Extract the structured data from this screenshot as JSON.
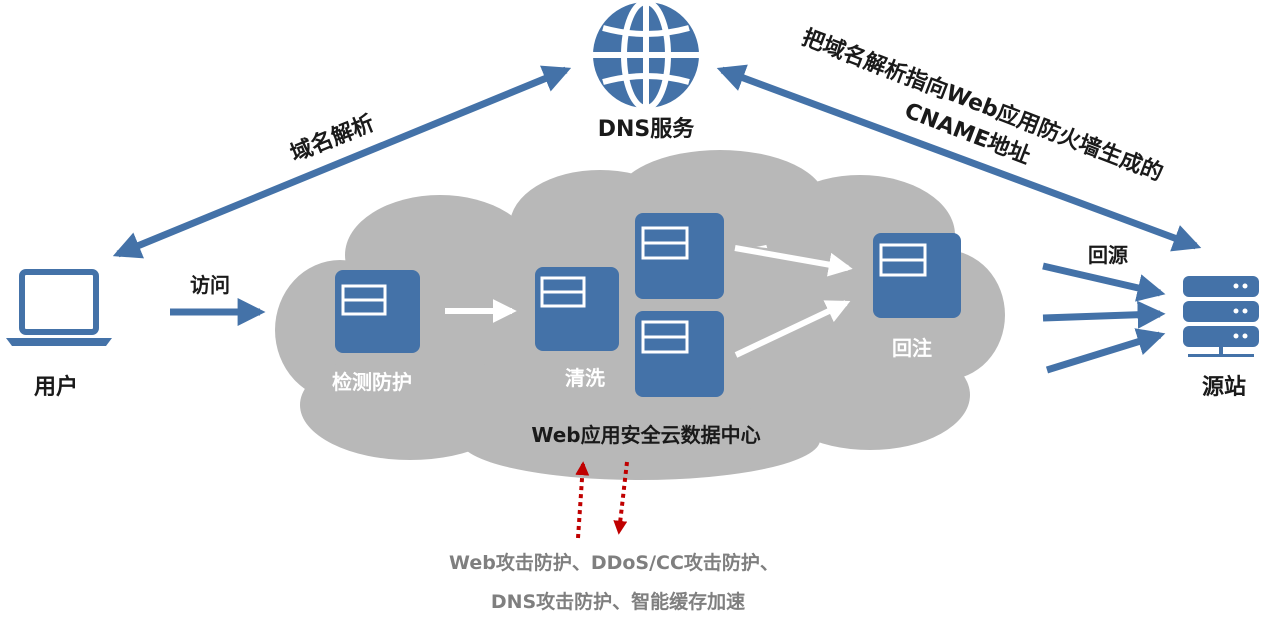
{
  "nodes": {
    "dns": "DNS服务",
    "user": "用户",
    "origin": "源站",
    "detect": "检测防护",
    "clean": "清洗",
    "reinject": "回注",
    "datacenter": "Web应用安全云数据中心"
  },
  "edges": {
    "resolve": "域名解析",
    "cname_line1": "把域名解析指向Web应用防火墙生成的",
    "cname_line2": "CNAME地址",
    "visit": "访问",
    "back_to_origin": "回源"
  },
  "features": {
    "line1": "Web攻击防护、DDoS/CC攻击防护、",
    "line2": "DNS攻击防护、智能缓存加速"
  },
  "colors": {
    "blue": "#4472a8",
    "cloud": "#b8b8b8",
    "feature_arrow": "#c00000",
    "feature_text": "#7f7f7f"
  }
}
